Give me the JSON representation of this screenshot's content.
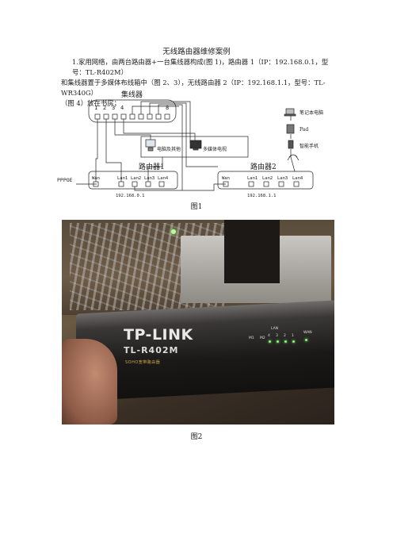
{
  "doc": {
    "title": "无线路由器维修案例",
    "line1": "1.家用网络，由两台路由器+一台集线器构成(图 1)，路由器 1（IP：192.168.0.1，型号：TL-R402M）",
    "line2": "和集线器置于多媒体布线箱中（图 2、3），无线路由器 2（IP：192.168.1.1，型号：TL-WR340G）",
    "line3": "（图 4）放在书房；",
    "fig1_caption": "图1",
    "fig2_caption": "图2"
  },
  "diagram": {
    "hub_label": "集线器",
    "hub_ports": [
      "1",
      "2",
      "3",
      "4",
      "8"
    ],
    "router1_label": "路由器1",
    "router2_label": "路由器2",
    "pc_label": "电脑及其他",
    "tv_label": "多媒体电视",
    "pppoe": "PPPOE",
    "r1_ports": [
      "Wan",
      "Lan1",
      "Lan2",
      "Lan3",
      "Lan4"
    ],
    "r2_ports": [
      "Wan",
      "Lan1",
      "Lan2",
      "Lan3",
      "Lan4"
    ],
    "r1_ip": "192.168.0.1",
    "r2_ip": "192.168.1.1",
    "laptop_label": "笔记本电脑",
    "pad_label": "Pad",
    "phone_label": "智能手机"
  },
  "photo": {
    "brand": "TP-LINK",
    "model": "TL-R402M",
    "subtitle": "SOHO宽带路由器",
    "front_labels": [
      "M1",
      "M2",
      "4",
      "3",
      "2",
      "1"
    ],
    "lan_label": "LAN",
    "wan_label": "WAN"
  }
}
